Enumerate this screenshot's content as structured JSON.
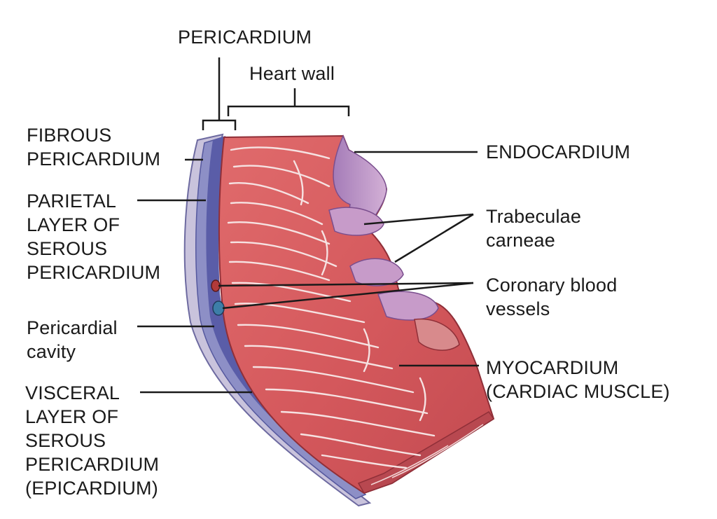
{
  "diagram": {
    "labels": {
      "pericardium": "PERICARDIUM",
      "heart_wall": "Heart wall",
      "fibrous_pericardium": "FIBROUS\nPERICARDIUM",
      "parietal_layer": "PARIETAL\nLAYER OF\nSEROUS\nPERICARDIUM",
      "pericardial_cavity": "Pericardial\ncavity",
      "visceral_layer": "VISCERAL\nLAYER OF\nSEROUS\nPERICARDIUM\n(EPICARDIUM)",
      "endocardium": "ENDOCARDIUM",
      "trabeculae_carneae": "Trabeculae\ncarneae",
      "coronary_blood_vessels": "Coronary blood\nvessels",
      "myocardium": "MYOCARDIUM\n(CARDIAC MUSCLE)"
    },
    "colors": {
      "muscle": "#d9575a",
      "muscle_dark": "#b83e45",
      "muscle_light": "#ee8a86",
      "endocardium": "#b98bc3",
      "pericardium_layer": "#8d8fc6",
      "cavity": "#5a5da8",
      "leader_line": "#1a1a1a"
    }
  }
}
